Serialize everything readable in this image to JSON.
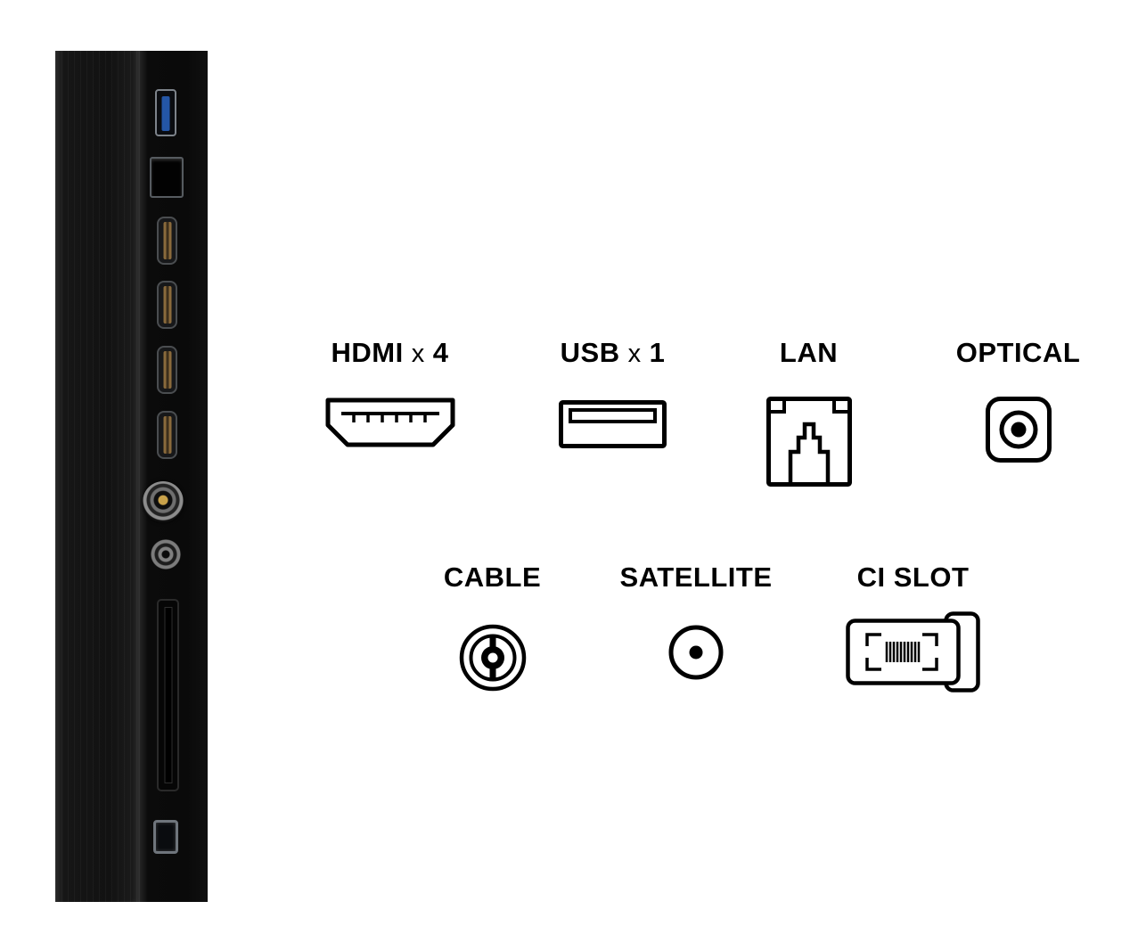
{
  "device_panel": {
    "ports": [
      {
        "icon": "usb-port-photo"
      },
      {
        "icon": "lan-port-photo"
      },
      {
        "icon": "hdmi-port-photo-1"
      },
      {
        "icon": "hdmi-port-photo-2"
      },
      {
        "icon": "hdmi-port-photo-3"
      },
      {
        "icon": "hdmi-port-photo-4"
      },
      {
        "icon": "cable-connector-photo"
      },
      {
        "icon": "satellite-connector-photo"
      },
      {
        "icon": "ci-slot-photo"
      },
      {
        "icon": "optical-port-photo"
      }
    ]
  },
  "legend": {
    "row1": [
      {
        "label": "HDMI",
        "times": "x",
        "count": "4",
        "icon": "hdmi-icon"
      },
      {
        "label": "USB",
        "times": "x",
        "count": "1",
        "icon": "usb-icon"
      },
      {
        "label": "LAN",
        "times": "",
        "count": "",
        "icon": "lan-icon"
      },
      {
        "label": "OPTICAL",
        "times": "",
        "count": "",
        "icon": "optical-icon"
      }
    ],
    "row2": [
      {
        "label": "CABLE",
        "icon": "cable-icon"
      },
      {
        "label": "SATELLITE",
        "icon": "satellite-icon"
      },
      {
        "label": "CI SLOT",
        "icon": "ci-slot-icon"
      }
    ]
  },
  "colors": {
    "ink": "#000000",
    "panel_black": "#101010",
    "usb_blue": "#2456a6",
    "hdmi_gold": "#8a6a3c",
    "metal_gray": "#9aa0a6"
  }
}
